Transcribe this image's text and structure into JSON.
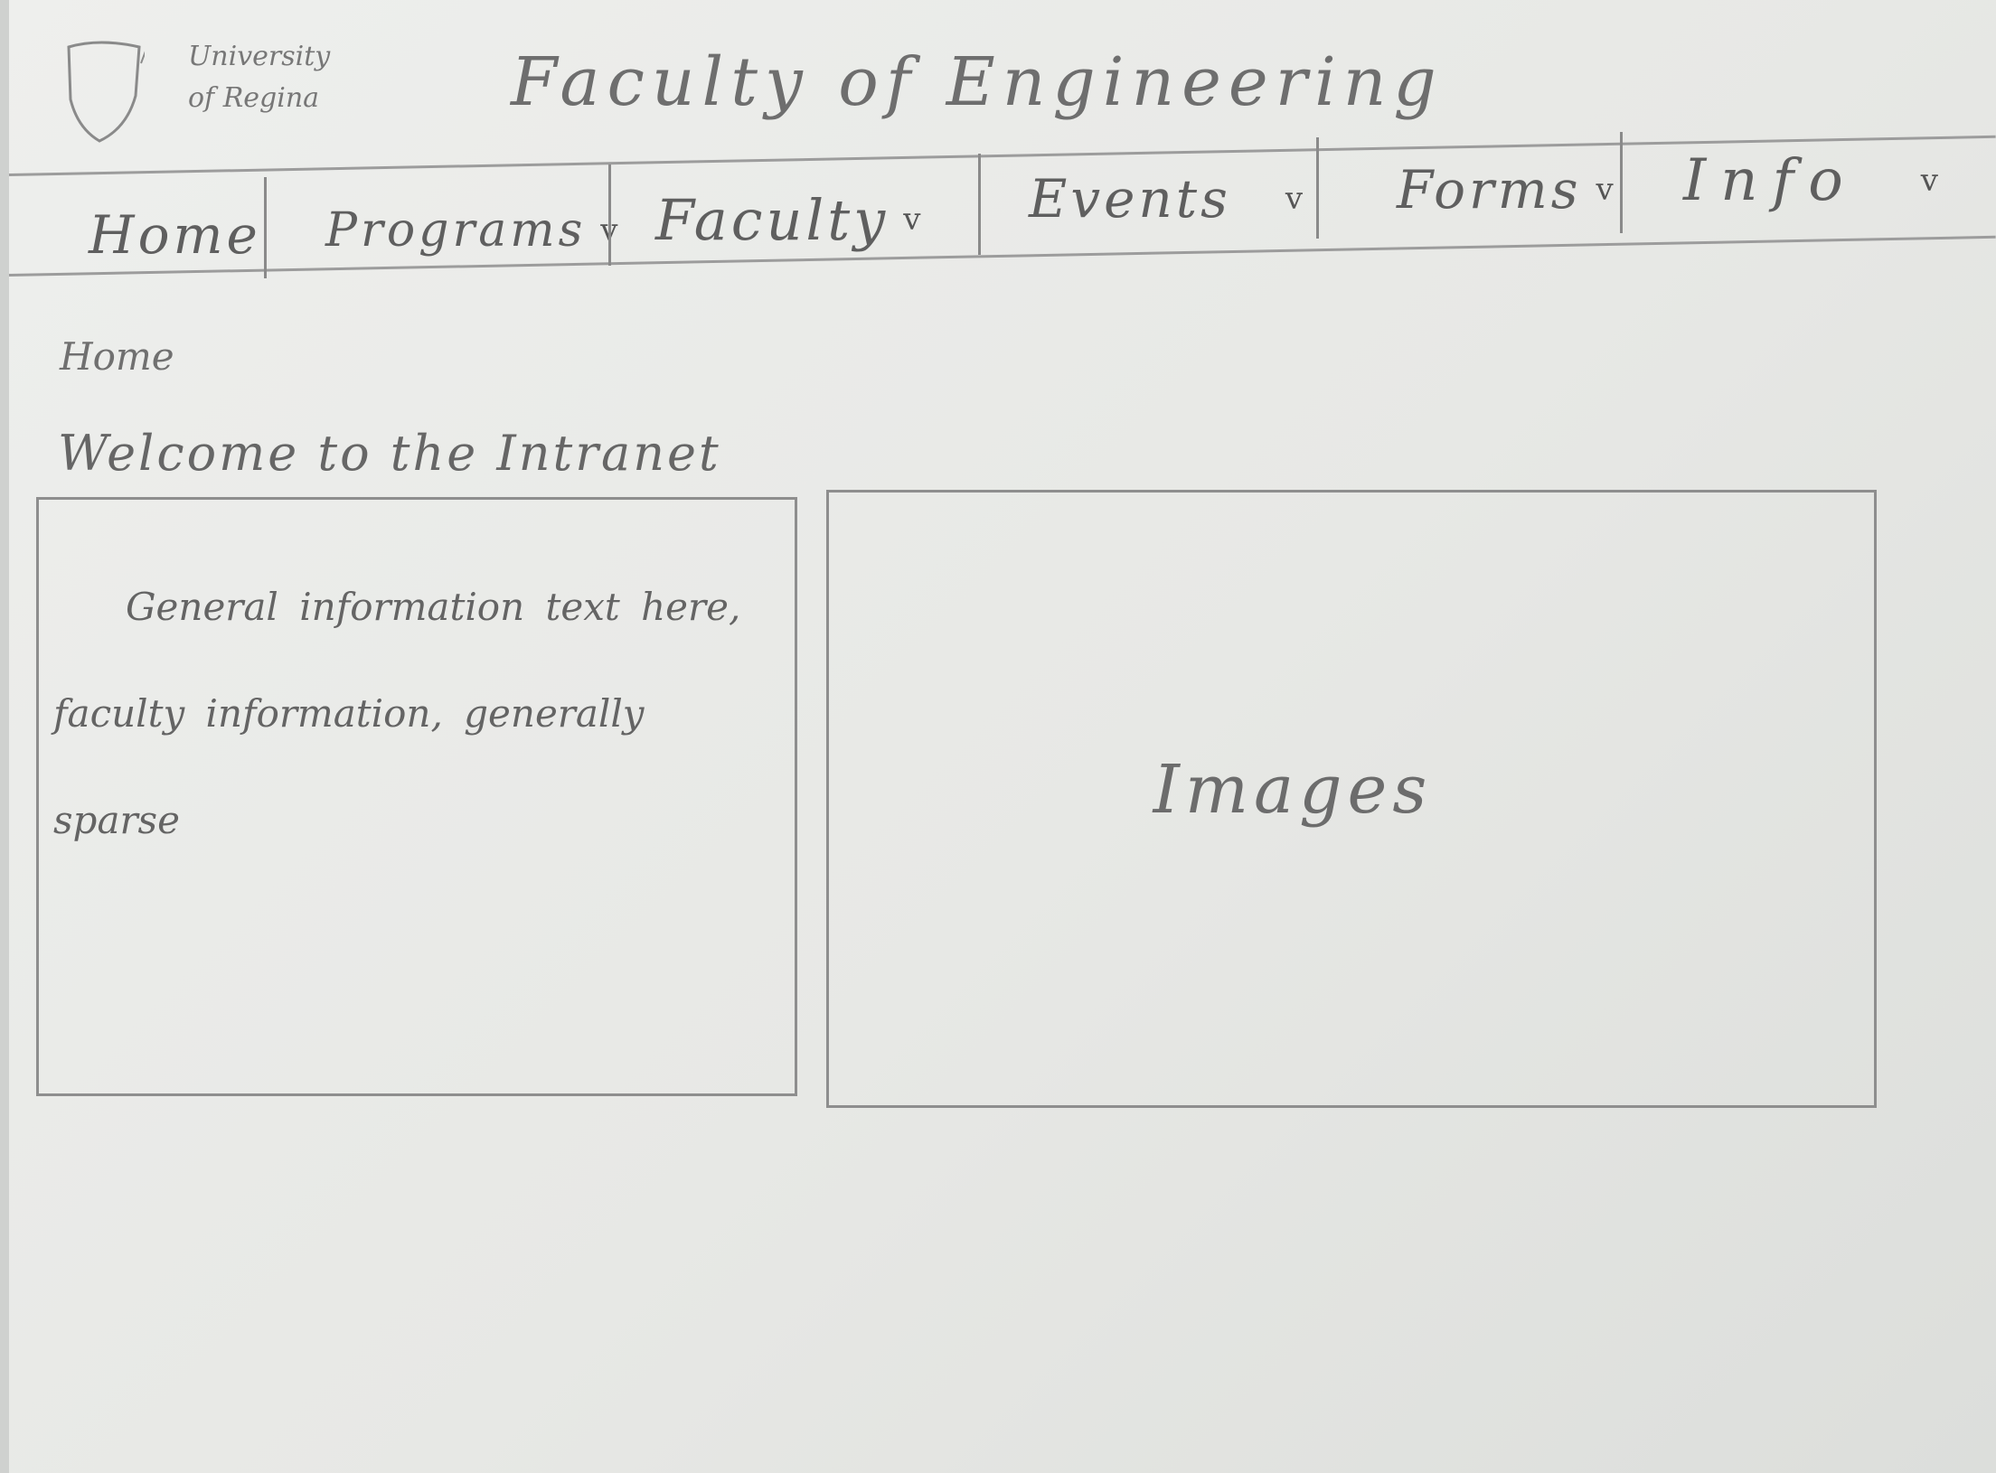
{
  "header": {
    "logo_text": "University of Regina",
    "site_title": "Faculty of Engineering"
  },
  "nav": {
    "items": [
      {
        "label": "Home",
        "dropdown": false
      },
      {
        "label": "Programs",
        "dropdown": true
      },
      {
        "label": "Faculty",
        "dropdown": true
      },
      {
        "label": "Events",
        "dropdown": true
      },
      {
        "label": "Forms",
        "dropdown": true
      },
      {
        "label": "Info",
        "dropdown": true
      }
    ],
    "chevron_icon": "chevron-down-icon",
    "chevron_glyph": "v"
  },
  "breadcrumb": "Home",
  "main": {
    "title": "Welcome to the Intranet",
    "info_text": "General information text here, faculty information, generally sparse",
    "image_placeholder": "Images"
  },
  "colors": {
    "paper": "#eeefed",
    "pencil": "#6d6d6d",
    "lines": "#8e8e8e"
  }
}
